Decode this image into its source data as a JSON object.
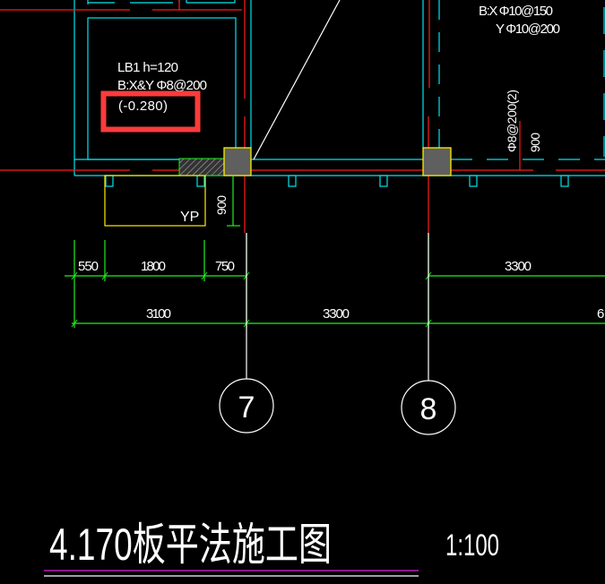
{
  "slab": {
    "name": "LB1 h=120",
    "rebar": "B:X&Y Φ8@200",
    "elevation": "(-0.280)"
  },
  "slab_right": {
    "rebar_x": "B:X Φ10@150",
    "rebar_y": "Y Φ10@200",
    "beam_rebar": "Φ8@200(2)",
    "beam_dim": "900"
  },
  "yp": {
    "label": "YP",
    "dim": "900"
  },
  "dimensions": {
    "row1": [
      "550",
      "1800",
      "750",
      "3300"
    ],
    "row2": [
      "3100",
      "3300",
      "6"
    ]
  },
  "axes": [
    "7",
    "8"
  ],
  "title": {
    "text": "4.170板平法施工图",
    "scale": "1:100"
  },
  "colors": {
    "highlight": "#ff3b3b",
    "beam": "#00e5ee",
    "axis": "#ff1a1a",
    "dimension": "#22ee22",
    "column": "#5f5f5f",
    "column_border": "#ffee00"
  }
}
